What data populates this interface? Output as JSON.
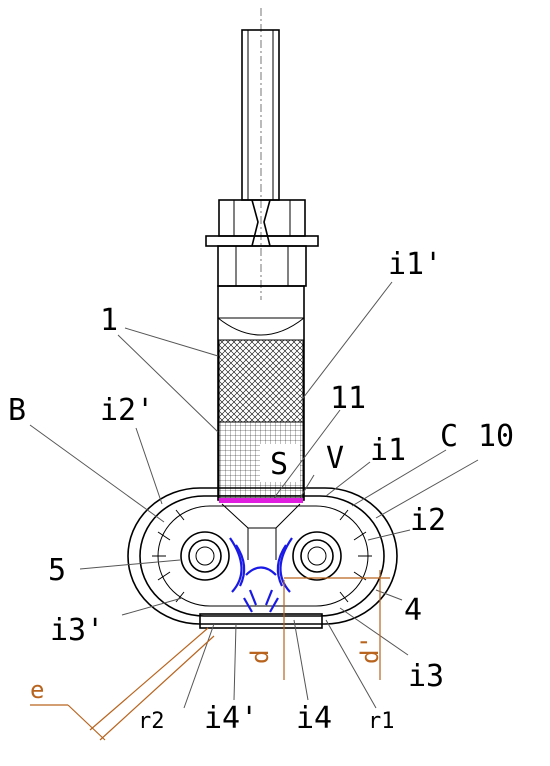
{
  "labels": {
    "l1p": "i1'",
    "l1": "1",
    "lB": "B",
    "l2p": "i2'",
    "l11": "11",
    "lS": "S",
    "lV": "V",
    "li1": "i1",
    "lC": "C",
    "l10": "10",
    "li2": "i2",
    "l5": "5",
    "l4": "4",
    "li3p": "i3'",
    "li3": "i3",
    "le": "e",
    "ld": "d",
    "ldp": "d'",
    "lr2": "r2",
    "li4p": "i4'",
    "li4": "i4",
    "lr1": "r1"
  },
  "colors": {
    "line": "#000000",
    "dimension": "#b8641e",
    "blue_vanes": "#1a1ae6",
    "seal": "#e01ee0"
  }
}
